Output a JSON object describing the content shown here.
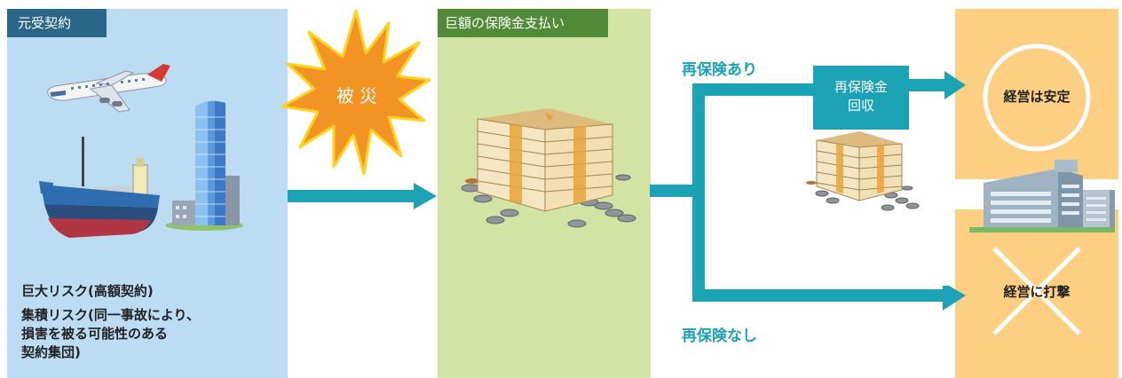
{
  "left_panel": {
    "title": "元受契約",
    "risk_line1": "巨大リスク(高額契約)",
    "risk_line2": "集積リスク(同一事故により、",
    "risk_line3": "損害を被る可能性のある",
    "risk_line4": "契約集団)"
  },
  "disaster_label": "被 災",
  "center_panel": {
    "title": "巨額の保険金支払い"
  },
  "branch_with": "再保険あり",
  "branch_without": "再保険なし",
  "recovery_box": {
    "line1": "再保険金",
    "line2": "回収"
  },
  "outcome_stable": "経営は安定",
  "outcome_blow": "経営に打撃",
  "colors": {
    "arrow_teal": "#1ba3b5",
    "panel_blue": "#bcdcf4",
    "panel_green": "#d2e3a4",
    "panel_orange": "#fccf83",
    "burst_orange": "#f39324",
    "burst_yellow": "#ffd21e",
    "tab_blue": "#2a6688",
    "tab_green": "#518b38"
  }
}
